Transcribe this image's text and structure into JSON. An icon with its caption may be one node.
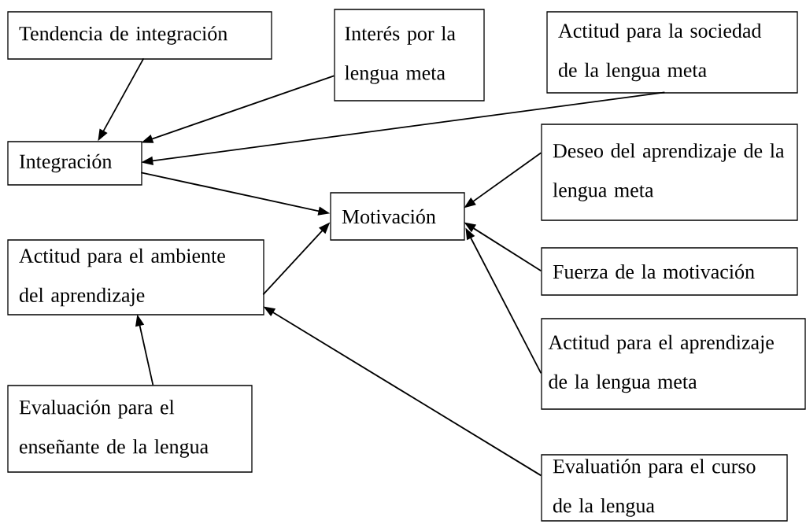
{
  "diagram": {
    "nodes": [
      {
        "text": [
          "Tendencia de integración"
        ]
      },
      {
        "text": [
          "Interés por la lengua meta"
        ]
      },
      {
        "text": [
          "Actitud para la sociedad de la lengua meta"
        ]
      },
      {
        "text": [
          "Integración"
        ]
      },
      {
        "text": [
          "Deseo del aprendizaje de la lengua meta"
        ]
      },
      {
        "text": [
          "Motivación"
        ]
      },
      {
        "text": [
          "Fuerza de la motivación"
        ]
      },
      {
        "text": [
          "Actitud para el ambiente del aprendizaje"
        ]
      },
      {
        "text": [
          "Actitud para el aprendizaje de la lengua meta"
        ]
      },
      {
        "text": [
          "Evaluación para el enseñante de la lengua"
        ]
      },
      {
        "text": [
          "Evaluatión para el curso de la lengua"
        ]
      }
    ],
    "edges": [
      {
        "from": 0,
        "to": 3,
        "arrow": "to"
      },
      {
        "from": 1,
        "to": 3,
        "arrow": "to"
      },
      {
        "from": 2,
        "to": 3,
        "arrow": "to"
      },
      {
        "from": 3,
        "to": 5,
        "arrow": "to"
      },
      {
        "from": 4,
        "to": 5,
        "arrow": "to"
      },
      {
        "from": 6,
        "to": 5,
        "arrow": "to"
      },
      {
        "from": 8,
        "to": 5,
        "arrow": "to"
      },
      {
        "from": 7,
        "to": 5,
        "arrow": "to"
      },
      {
        "from": 9,
        "to": 7,
        "arrow": "to"
      },
      {
        "from": 10,
        "to": 7,
        "arrow": "to"
      }
    ]
  }
}
